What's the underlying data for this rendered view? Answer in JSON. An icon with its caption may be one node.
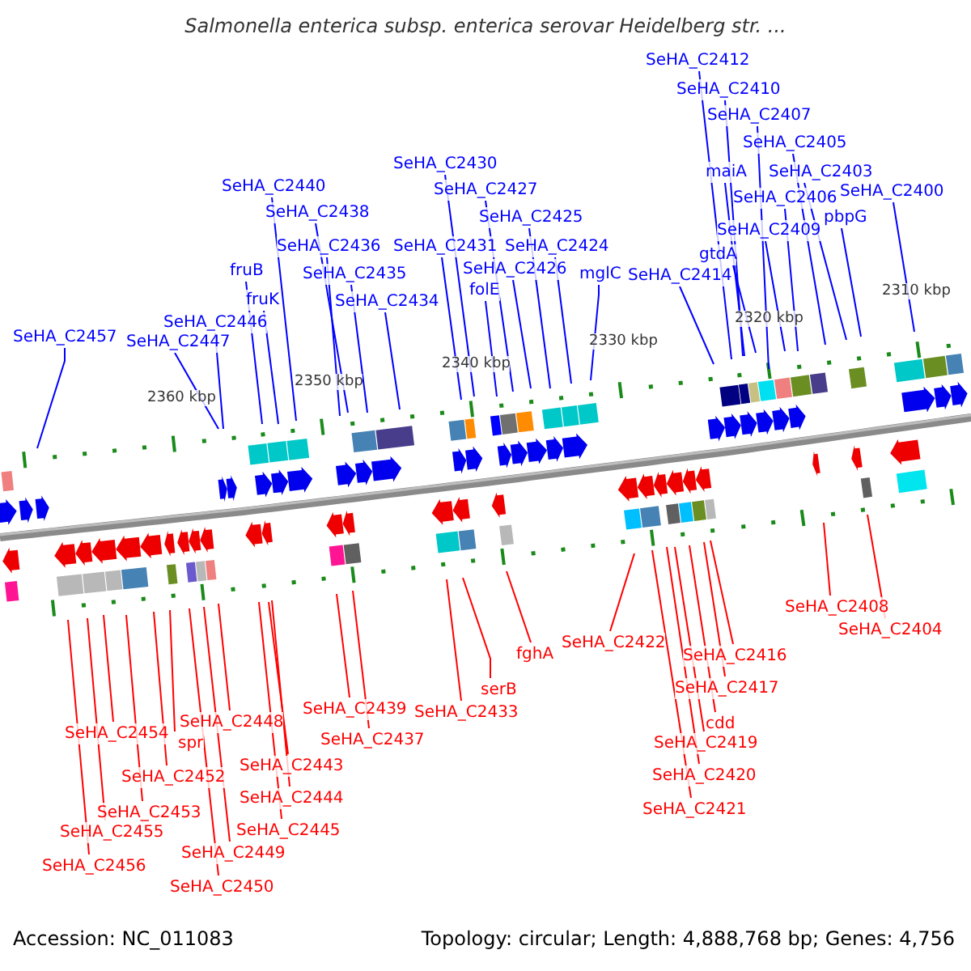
{
  "diagram": {
    "title": "Salmonella enterica subsp. enterica serovar Heidelberg str. ...",
    "nodes": [
      {
        "text": [
          "SeHA_C2412"
        ]
      },
      {
        "text": [
          "SeHA_C2410"
        ]
      },
      {
        "text": [
          "SeHA_C2407"
        ]
      },
      {
        "text": [
          "SeHA_C2405"
        ]
      },
      {
        "text": [
          "SeHA_C2430"
        ]
      },
      {
        "text": [
          "maiA"
        ]
      },
      {
        "text": [
          "SeHA_C2403"
        ]
      },
      {
        "text": [
          "SeHA_C2440"
        ]
      },
      {
        "text": [
          "SeHA_C2427"
        ]
      },
      {
        "text": [
          "SeHA_C2406"
        ]
      },
      {
        "text": [
          "SeHA_C2400"
        ]
      },
      {
        "text": [
          "SeHA_C2438"
        ]
      },
      {
        "text": [
          "SeHA_C2425"
        ]
      },
      {
        "text": [
          "pbpG"
        ]
      },
      {
        "text": [
          "SeHA_C2409"
        ]
      },
      {
        "text": [
          "SeHA_C2436"
        ]
      },
      {
        "text": [
          "SeHA_C2431"
        ]
      },
      {
        "text": [
          "SeHA_C2424"
        ]
      },
      {
        "text": [
          "gtdA"
        ]
      },
      {
        "text": [
          "fruB"
        ]
      },
      {
        "text": [
          "SeHA_C2426"
        ]
      },
      {
        "text": [
          "SeHA_C2435"
        ]
      },
      {
        "text": [
          "mglC"
        ]
      },
      {
        "text": [
          "SeHA_C2414"
        ]
      },
      {
        "text": [
          "folE"
        ]
      },
      {
        "text": [
          "fruK"
        ]
      },
      {
        "text": [
          "SeHA_C2434"
        ]
      },
      {
        "text": [
          "SeHA_C2446"
        ]
      },
      {
        "text": [
          "SeHA_C2457"
        ]
      },
      {
        "text": [
          "SeHA_C2447"
        ]
      },
      {
        "text": [
          "SeHA_C2408"
        ]
      },
      {
        "text": [
          "SeHA_C2404"
        ]
      },
      {
        "text": [
          "SeHA_C2422"
        ]
      },
      {
        "text": [
          "fghA"
        ]
      },
      {
        "text": [
          "SeHA_C2416"
        ]
      },
      {
        "text": [
          "SeHA_C2417"
        ]
      },
      {
        "text": [
          "serB"
        ]
      },
      {
        "text": [
          "SeHA_C2439"
        ]
      },
      {
        "text": [
          "SeHA_C2433"
        ]
      },
      {
        "text": [
          "SeHA_C2448"
        ]
      },
      {
        "text": [
          "cdd"
        ]
      },
      {
        "text": [
          "SeHA_C2454"
        ]
      },
      {
        "text": [
          "SeHA_C2437"
        ]
      },
      {
        "text": [
          "spr"
        ]
      },
      {
        "text": [
          "SeHA_C2419"
        ]
      },
      {
        "text": [
          "SeHA_C2443"
        ]
      },
      {
        "text": [
          "SeHA_C2420"
        ]
      },
      {
        "text": [
          "SeHA_C2452"
        ]
      },
      {
        "text": [
          "SeHA_C2444"
        ]
      },
      {
        "text": [
          "SeHA_C2421"
        ]
      },
      {
        "text": [
          "SeHA_C2453"
        ]
      },
      {
        "text": [
          "SeHA_C2445"
        ]
      },
      {
        "text": [
          "SeHA_C2455"
        ]
      },
      {
        "text": [
          "SeHA_C2449"
        ]
      },
      {
        "text": [
          "SeHA_C2456"
        ]
      },
      {
        "text": [
          "SeHA_C2450"
        ]
      }
    ],
    "edges": [
      {
        "from": 0,
        "to": null,
        "arrow": "none"
      },
      {
        "from": 1,
        "to": null,
        "arrow": "none"
      },
      {
        "from": 2,
        "to": null,
        "arrow": "none"
      },
      {
        "from": 3,
        "to": null,
        "arrow": "none"
      },
      {
        "from": 4,
        "to": null,
        "arrow": "none"
      },
      {
        "from": 5,
        "to": null,
        "arrow": "none"
      },
      {
        "from": 6,
        "to": null,
        "arrow": "none"
      },
      {
        "from": 7,
        "to": null,
        "arrow": "none"
      },
      {
        "from": 8,
        "to": null,
        "arrow": "none"
      },
      {
        "from": 9,
        "to": null,
        "arrow": "none"
      },
      {
        "from": 10,
        "to": null,
        "arrow": "none"
      },
      {
        "from": 11,
        "to": null,
        "arrow": "none"
      },
      {
        "from": 12,
        "to": null,
        "arrow": "none"
      },
      {
        "from": 13,
        "to": null,
        "arrow": "none"
      },
      {
        "from": 14,
        "to": null,
        "arrow": "none"
      },
      {
        "from": 15,
        "to": null,
        "arrow": "none"
      },
      {
        "from": 16,
        "to": null,
        "arrow": "none"
      },
      {
        "from": 17,
        "to": null,
        "arrow": "none"
      },
      {
        "from": 18,
        "to": null,
        "arrow": "none"
      },
      {
        "from": 19,
        "to": null,
        "arrow": "none"
      },
      {
        "from": 20,
        "to": null,
        "arrow": "none"
      },
      {
        "from": 21,
        "to": null,
        "arrow": "none"
      },
      {
        "from": 22,
        "to": null,
        "arrow": "none"
      },
      {
        "from": 23,
        "to": null,
        "arrow": "none"
      },
      {
        "from": 24,
        "to": null,
        "arrow": "none"
      },
      {
        "from": 25,
        "to": null,
        "arrow": "none"
      },
      {
        "from": 26,
        "to": null,
        "arrow": "none"
      },
      {
        "from": 27,
        "to": null,
        "arrow": "none"
      },
      {
        "from": 28,
        "to": null,
        "arrow": "none"
      },
      {
        "from": 29,
        "to": null,
        "arrow": "none"
      },
      {
        "from": 30,
        "to": null,
        "arrow": "none",
        "color": "#ff0000"
      },
      {
        "from": 31,
        "to": null,
        "arrow": "none",
        "color": "#ff0000"
      },
      {
        "from": 32,
        "to": null,
        "arrow": "none",
        "color": "#ff0000"
      },
      {
        "from": 33,
        "to": null,
        "arrow": "none",
        "color": "#ff0000"
      },
      {
        "from": 34,
        "to": null,
        "arrow": "none",
        "color": "#ff0000"
      },
      {
        "from": 35,
        "to": null,
        "arrow": "none",
        "color": "#ff0000"
      },
      {
        "from": 36,
        "to": null,
        "arrow": "none",
        "color": "#ff0000"
      },
      {
        "from": 37,
        "to": null,
        "arrow": "none",
        "color": "#ff0000"
      },
      {
        "from": 38,
        "to": null,
        "arrow": "none",
        "color": "#ff0000"
      },
      {
        "from": 39,
        "to": null,
        "arrow": "none",
        "color": "#ff0000"
      },
      {
        "from": 40,
        "to": null,
        "arrow": "none",
        "color": "#ff0000"
      },
      {
        "from": 41,
        "to": null,
        "arrow": "none",
        "color": "#ff0000"
      },
      {
        "from": 42,
        "to": null,
        "arrow": "none",
        "color": "#ff0000"
      },
      {
        "from": 43,
        "to": null,
        "arrow": "none",
        "color": "#ff0000"
      },
      {
        "from": 44,
        "to": null,
        "arrow": "none",
        "color": "#ff0000"
      },
      {
        "from": 45,
        "to": null,
        "arrow": "none",
        "color": "#ff0000"
      },
      {
        "from": 46,
        "to": null,
        "arrow": "none",
        "color": "#ff0000"
      },
      {
        "from": 47,
        "to": null,
        "arrow": "none",
        "color": "#ff0000"
      },
      {
        "from": 48,
        "to": null,
        "arrow": "none",
        "color": "#ff0000"
      },
      {
        "from": 49,
        "to": null,
        "arrow": "none",
        "color": "#ff0000"
      },
      {
        "from": 50,
        "to": null,
        "arrow": "none",
        "color": "#ff0000"
      },
      {
        "from": 51,
        "to": null,
        "arrow": "none",
        "color": "#ff0000"
      },
      {
        "from": 52,
        "to": null,
        "arrow": "none",
        "color": "#ff0000"
      },
      {
        "from": 53,
        "to": null,
        "arrow": "none",
        "color": "#ff0000"
      },
      {
        "from": 54,
        "to": null,
        "arrow": "none",
        "color": "#ff0000"
      },
      {
        "from": 55,
        "to": null,
        "arrow": "none",
        "color": "#ff0000"
      }
    ],
    "labels": [
      "2310 kbp",
      "2320 kbp",
      "2330 kbp",
      "2340 kbp",
      "2350 kbp",
      "2360 kbp",
      "Accession: NC_011083",
      "Topology: circular; Length: 4,888,768 bp; Genes: 4,756"
    ]
  }
}
